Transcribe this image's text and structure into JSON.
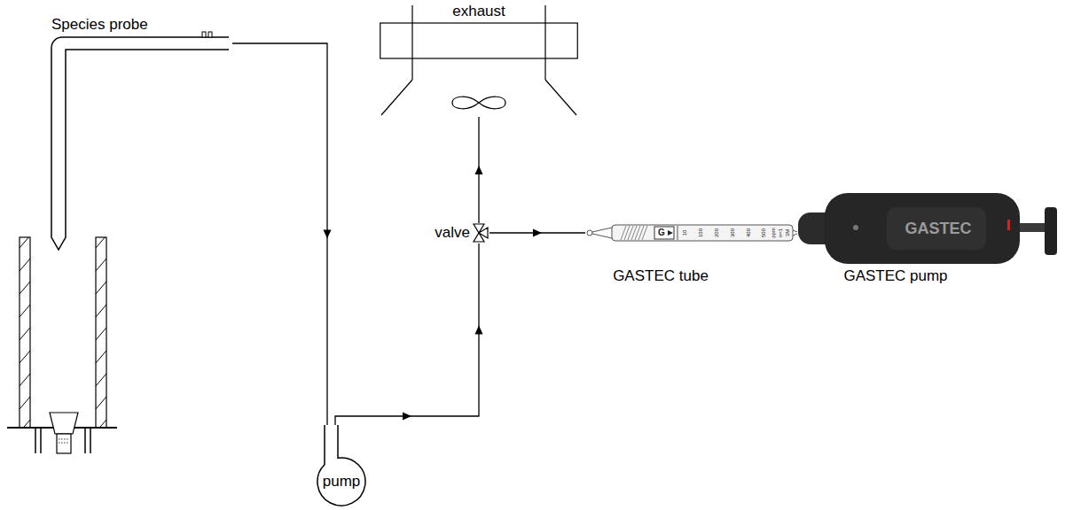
{
  "diagram": {
    "nodes": [
      {
        "text": [
          "Species probe"
        ]
      },
      {
        "text": [
          "pump"
        ]
      },
      {
        "text": [
          "valve"
        ]
      },
      {
        "text": [
          "exhaust"
        ]
      },
      {
        "text": [
          "GASTEC tube"
        ]
      },
      {
        "text": [
          "GASTEC pump"
        ]
      }
    ],
    "edges": [
      {
        "from": 0,
        "to": 1,
        "arrow": "to"
      },
      {
        "from": 1,
        "to": 2,
        "arrow": "to"
      },
      {
        "from": 2,
        "to": 3,
        "arrow": "to"
      },
      {
        "from": 2,
        "to": 4,
        "arrow": "to"
      }
    ],
    "labels": [
      "G",
      "10",
      "100",
      "200",
      "300",
      "400",
      "500",
      "ppm",
      "n=1",
      "3M",
      "GASTEC"
    ]
  }
}
